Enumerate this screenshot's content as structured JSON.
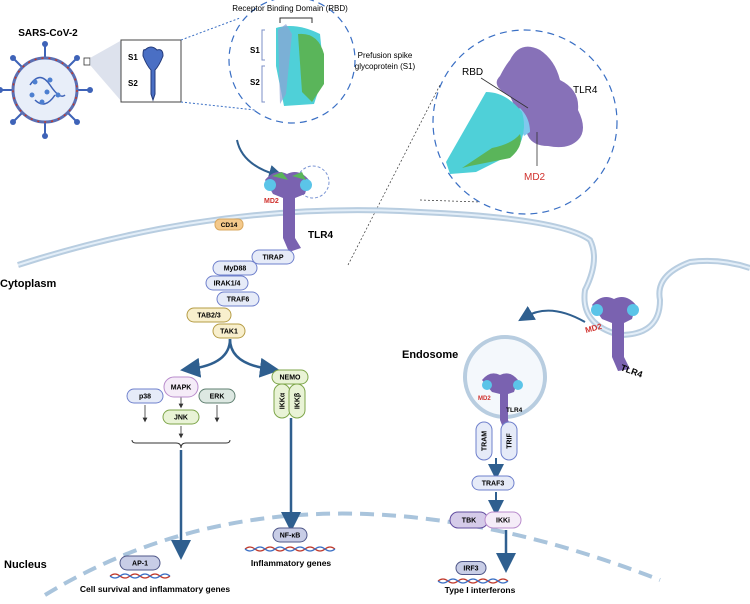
{
  "virus": {
    "title": "SARS-CoV-2",
    "s1": "S1",
    "s2": "S2"
  },
  "spike": {
    "rbd_title": "Receptor Binding Domain (RBD)",
    "s1": "S1",
    "s2": "S2",
    "desc_line1": "Prefusion spike",
    "desc_line2": "glycoprotein (S1)"
  },
  "zoom_inset": {
    "rbd": "RBD",
    "tlr4": "TLR4",
    "md2": "MD2"
  },
  "membrane": {
    "cd14": "CD14",
    "md2": "MD2",
    "tlr4": "TLR4",
    "md2_right": "MD2",
    "tlr4_right": "TLR4"
  },
  "regions": {
    "cytoplasm": "Cytoplasm",
    "nucleus": "Nucleus",
    "endosome": "Endosome"
  },
  "endosome": {
    "md2": "MD2",
    "tlr4": "TLR4"
  },
  "proteins": [
    {
      "id": "tirap",
      "label": "TIRAP",
      "kind": "blue"
    },
    {
      "id": "myd88",
      "label": "MyD88",
      "kind": "blue"
    },
    {
      "id": "irak",
      "label": "IRAK1/4",
      "kind": "blue"
    },
    {
      "id": "traf6",
      "label": "TRAF6",
      "kind": "blue"
    },
    {
      "id": "tab23",
      "label": "TAB2/3",
      "kind": "yellow"
    },
    {
      "id": "tak1",
      "label": "TAK1",
      "kind": "yellow"
    },
    {
      "id": "p38",
      "label": "p38",
      "kind": "blue"
    },
    {
      "id": "mapk",
      "label": "MAPK",
      "kind": "pink"
    },
    {
      "id": "erk",
      "label": "ERK",
      "kind": "grey"
    },
    {
      "id": "jnk",
      "label": "JNK",
      "kind": "green"
    },
    {
      "id": "nemo",
      "label": "NEMO",
      "kind": "green"
    },
    {
      "id": "ikka",
      "label": "IKKα",
      "kind": "green"
    },
    {
      "id": "ikkb",
      "label": "IKKβ",
      "kind": "green"
    },
    {
      "id": "ap1",
      "label": "AP-1",
      "kind": "dark"
    },
    {
      "id": "nfkb",
      "label": "NF-κB",
      "kind": "dark"
    },
    {
      "id": "tram",
      "label": "TRAM",
      "kind": "blue"
    },
    {
      "id": "trif",
      "label": "TRIF",
      "kind": "blue"
    },
    {
      "id": "traf3",
      "label": "TRAF3",
      "kind": "blue"
    },
    {
      "id": "tbk",
      "label": "TBK",
      "kind": "purple"
    },
    {
      "id": "ikki",
      "label": "IKKi",
      "kind": "pink"
    },
    {
      "id": "irf3",
      "label": "IRF3",
      "kind": "dark"
    }
  ],
  "genes": {
    "ap1": "Cell survival and inflammatory genes",
    "nfkb": "Inflammatory genes",
    "irf3": "Type I interferons"
  },
  "colors": {
    "blue": [
      "#e6ebf8",
      "#6f80cc"
    ],
    "yellow": [
      "#f8efcd",
      "#b59c45"
    ],
    "pink": [
      "#f5ecf8",
      "#b98ccc"
    ],
    "grey": [
      "#dde8e2",
      "#5f7f70"
    ],
    "green": [
      "#e9f3d6",
      "#7ea64a"
    ],
    "dark": [
      "#c8cde6",
      "#4f5788"
    ],
    "purple": [
      "#d5cbe9",
      "#614c9f"
    ],
    "arrow": "#2f5f8f",
    "tlr4": "#7a62b0",
    "md2_text": "#d0312d"
  }
}
